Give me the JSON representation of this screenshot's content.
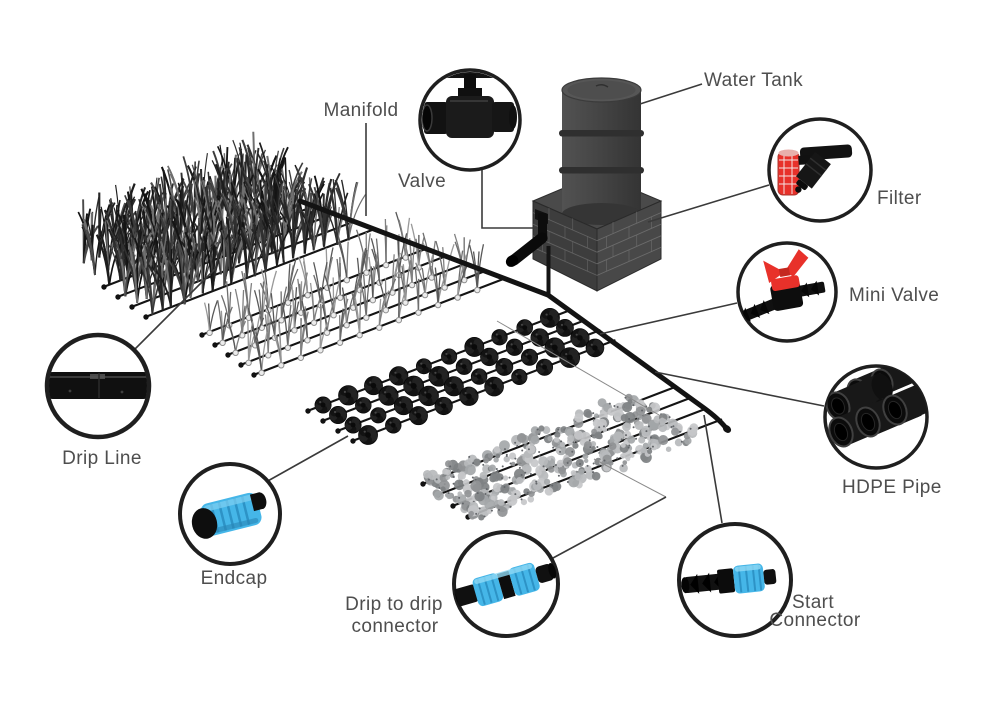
{
  "diagram": {
    "kind": "drip-irrigation-system-components-diagram",
    "labels": {
      "manifold": "Manifold",
      "valve": "Valve",
      "water_tank": "Water Tank",
      "filter": "Filter",
      "mini_valve": "Mini Valve",
      "hdpe_pipe": "HDPE Pipe",
      "drip_line": "Drip Line",
      "endcap": "Endcap",
      "drip_to_drip_line1": "Drip to drip",
      "drip_to_drip_line2": "connector",
      "start_connector_line1": "Start",
      "start_connector_line2": "Connector"
    },
    "colors": {
      "accent_blue": "#45b6e8",
      "accent_red": "#e8312a",
      "pipe_black": "#141414",
      "label_text": "#4e4e4e",
      "leader_line": "#3a3a3a"
    }
  }
}
